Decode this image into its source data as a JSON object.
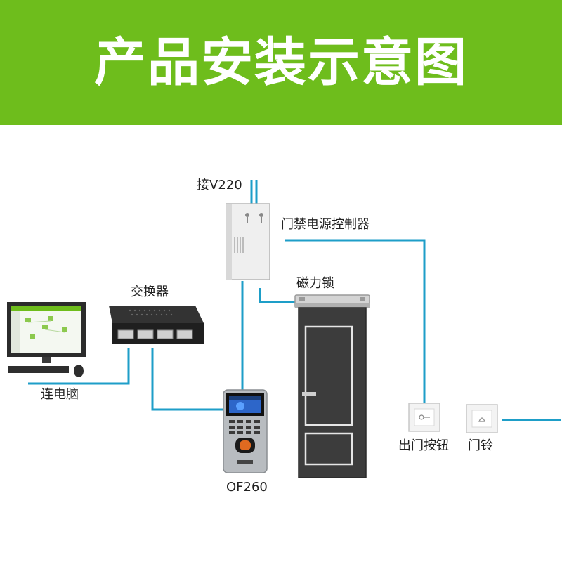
{
  "banner": {
    "title": "产品安装示意图"
  },
  "labels": {
    "power": "接V220",
    "controller": "门禁电源控制器",
    "lock": "磁力锁",
    "switch": "交换器",
    "pc": "连电脑",
    "terminal": "OF260",
    "exit_button": "出门按钮",
    "doorbell": "门铃"
  },
  "colors": {
    "banner": "#6ebd1c",
    "wire": "#1e9ec8",
    "door": "#3c3c3c"
  }
}
